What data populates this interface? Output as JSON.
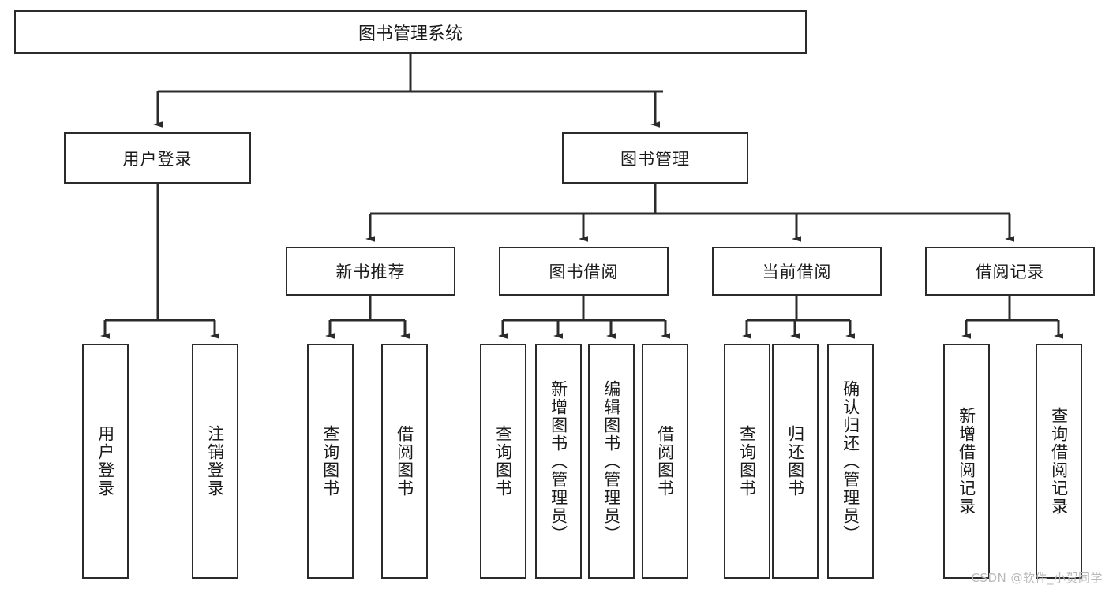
{
  "diagram": {
    "title": "图书管理系统",
    "type": "functional-structure-tree",
    "watermark": "CSDN @软件_小贺同学",
    "colors": {
      "stroke": "#2b2b2b",
      "fill": "#ffffff",
      "text": "#1a1a1a",
      "watermark": "#b9b9b9"
    },
    "root": {
      "label": "图书管理系统"
    },
    "level2": [
      {
        "label": "用户登录"
      },
      {
        "label": "图书管理"
      }
    ],
    "level3": [
      {
        "label": "新书推荐"
      },
      {
        "label": "图书借阅"
      },
      {
        "label": "当前借阅"
      },
      {
        "label": "借阅记录"
      }
    ],
    "leaves": {
      "user_login": [
        {
          "label": "用户登录"
        },
        {
          "label": "注销登录"
        }
      ],
      "new_book_recommend": [
        {
          "label": "查询图书"
        },
        {
          "label": "借阅图书"
        }
      ],
      "book_borrow": [
        {
          "label": "查询图书"
        },
        {
          "label": "新增图书（管理员）"
        },
        {
          "label": "编辑图书（管理员）"
        },
        {
          "label": "借阅图书"
        }
      ],
      "current_borrow": [
        {
          "label": "查询图书"
        },
        {
          "label": "归还图书"
        },
        {
          "label": "确认归还（管理员）"
        }
      ],
      "borrow_record": [
        {
          "label": "新增借阅记录"
        },
        {
          "label": "查询借阅记录"
        }
      ]
    }
  }
}
